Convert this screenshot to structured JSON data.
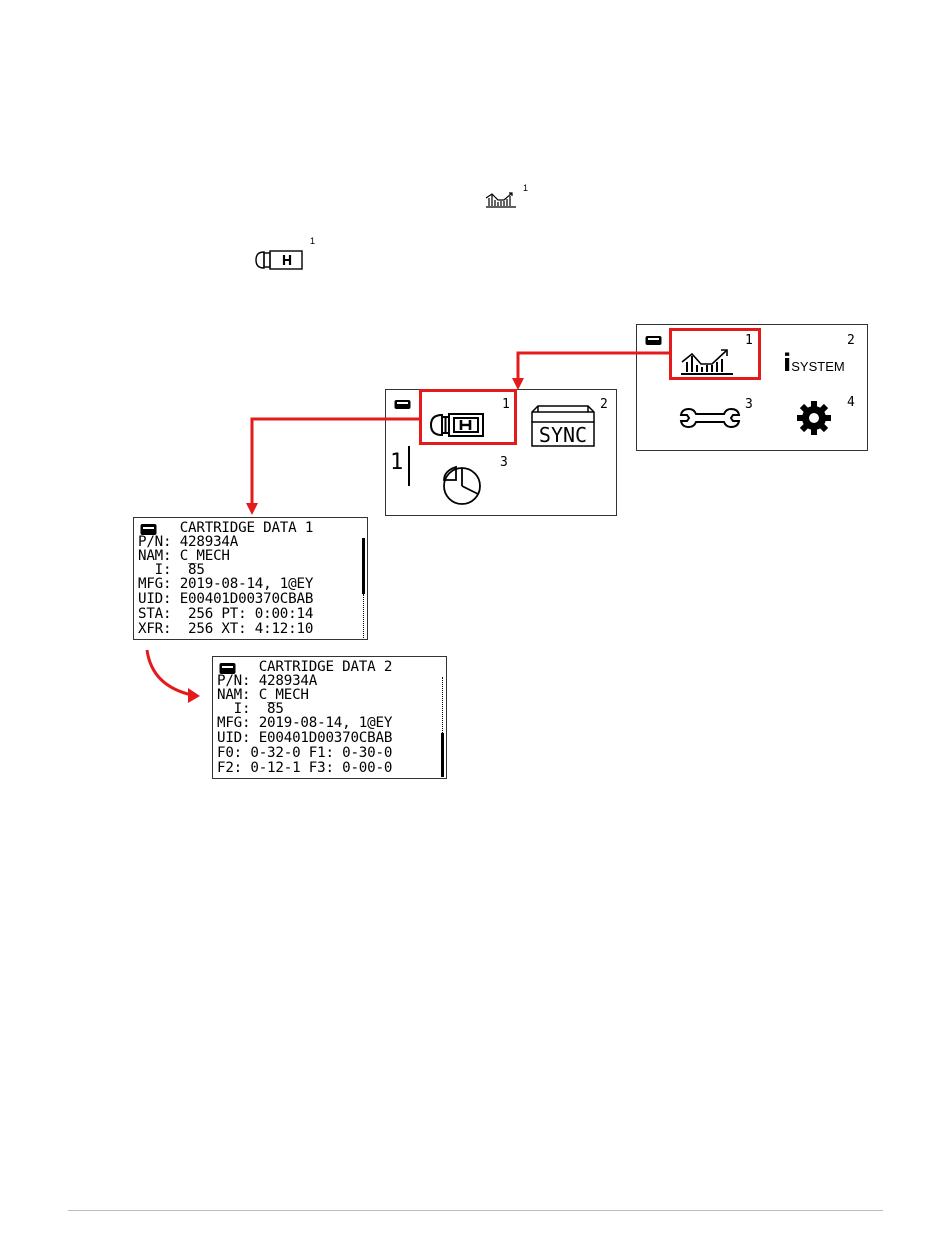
{
  "inline_refs": {
    "chart_ref": "1",
    "cartridge_ref": "1"
  },
  "main_menu": {
    "items": [
      {
        "number": "1",
        "icon": "chart-icon"
      },
      {
        "number": "2",
        "icon": "info-icon",
        "label": "SYSTEM"
      },
      {
        "number": "3",
        "icon": "wrench-icon"
      },
      {
        "number": "4",
        "icon": "gear-icon"
      }
    ]
  },
  "sub_menu": {
    "items": [
      {
        "number": "1",
        "icon": "cartridge-icon"
      },
      {
        "number": "2",
        "icon": "sync-icon",
        "label": "SYNC"
      },
      {
        "number": "3",
        "icon": "pie-chart-icon"
      }
    ],
    "side_number": "1"
  },
  "cartridge_data_1": {
    "lines": [
      "     CARTRIDGE DATA 1",
      "P/N: 428934A",
      "NAM: C_MECH",
      "  I:  85",
      "MFG: 2019-08-14, 1@EY",
      "UID: E00401D00370CBAB",
      "STA:  256 PT: 0:00:14",
      "XFR:  256 XT: 4:12:10"
    ]
  },
  "cartridge_data_2": {
    "lines": [
      "     CARTRIDGE DATA 2",
      "P/N: 428934A",
      "NAM: C_MECH",
      "  I:  85",
      "MFG: 2019-08-14, 1@EY",
      "UID: E00401D00370CBAB",
      "F0: 0-32-0 F1: 0-30-0",
      "F2: 0-12-1 F3: 0-00-0"
    ]
  },
  "colors": {
    "highlight": "#e51b1b",
    "lcd_border": "#333333"
  }
}
